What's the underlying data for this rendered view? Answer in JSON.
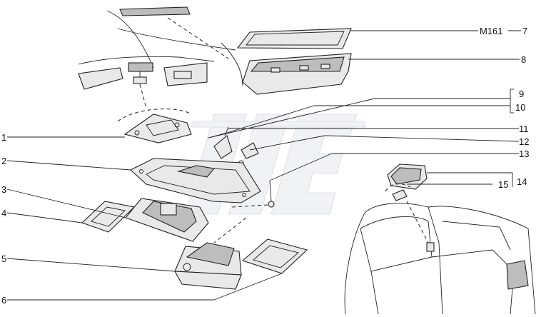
{
  "diagram": {
    "callouts": [
      {
        "id": "c1",
        "text": "1"
      },
      {
        "id": "c2",
        "text": "2"
      },
      {
        "id": "c3",
        "text": "3"
      },
      {
        "id": "c4",
        "text": "4"
      },
      {
        "id": "c5",
        "text": "5"
      },
      {
        "id": "c6",
        "text": "6"
      },
      {
        "id": "c7",
        "text": "7"
      },
      {
        "id": "c8",
        "text": "8"
      },
      {
        "id": "c9",
        "text": "9"
      },
      {
        "id": "c10",
        "text": "10"
      },
      {
        "id": "c11",
        "text": "11"
      },
      {
        "id": "c12",
        "text": "12"
      },
      {
        "id": "c13",
        "text": "13"
      },
      {
        "id": "c14",
        "text": "14"
      },
      {
        "id": "c15",
        "text": "15"
      }
    ],
    "code_m161": "M161"
  }
}
